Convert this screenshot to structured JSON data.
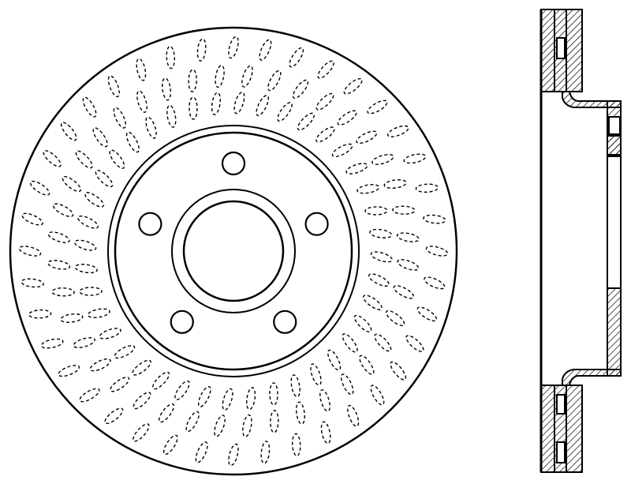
{
  "drawing": {
    "subject": "brake-rotor",
    "views": [
      "front",
      "side-section"
    ],
    "colors": {
      "line": "#000000",
      "background": "#ffffff"
    },
    "front_view": {
      "bolt_hole_count": 5,
      "slot_rows": 3
    }
  }
}
